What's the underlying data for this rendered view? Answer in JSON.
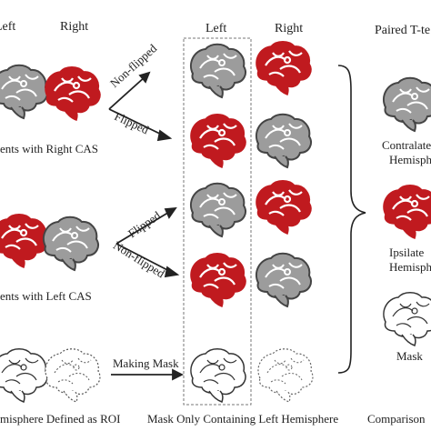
{
  "headers": {
    "left_col_left": "Left",
    "left_col_right": "Right",
    "mid_col_left": "Left",
    "mid_col_right": "Right",
    "right_col": "Paired T-te"
  },
  "rows": {
    "right_cas_caption": "ents with Right CAS",
    "left_cas_caption": "ents with Left CAS",
    "roi_caption": "misphere Defined as ROI"
  },
  "arrows": {
    "top_upper": "Non-flipped",
    "top_lower": "Flipped",
    "mid_upper": "Flipped",
    "mid_lower": "Non-flipped",
    "mask": "Making Mask"
  },
  "middle": {
    "caption": "Mask Only Containing Left Hemisphere"
  },
  "right_col": {
    "contra_line1": "Contralate",
    "contra_line2": "Hemisphe",
    "ipsi_line1": "Ipsilate",
    "ipsi_line2": "Hemisphe",
    "mask": "Mask",
    "comparison": "Comparison"
  },
  "colors": {
    "red": "#c01a1f",
    "gray": "#9c9c9c",
    "outline": "#444444"
  },
  "icons": [
    "brain-icon"
  ]
}
